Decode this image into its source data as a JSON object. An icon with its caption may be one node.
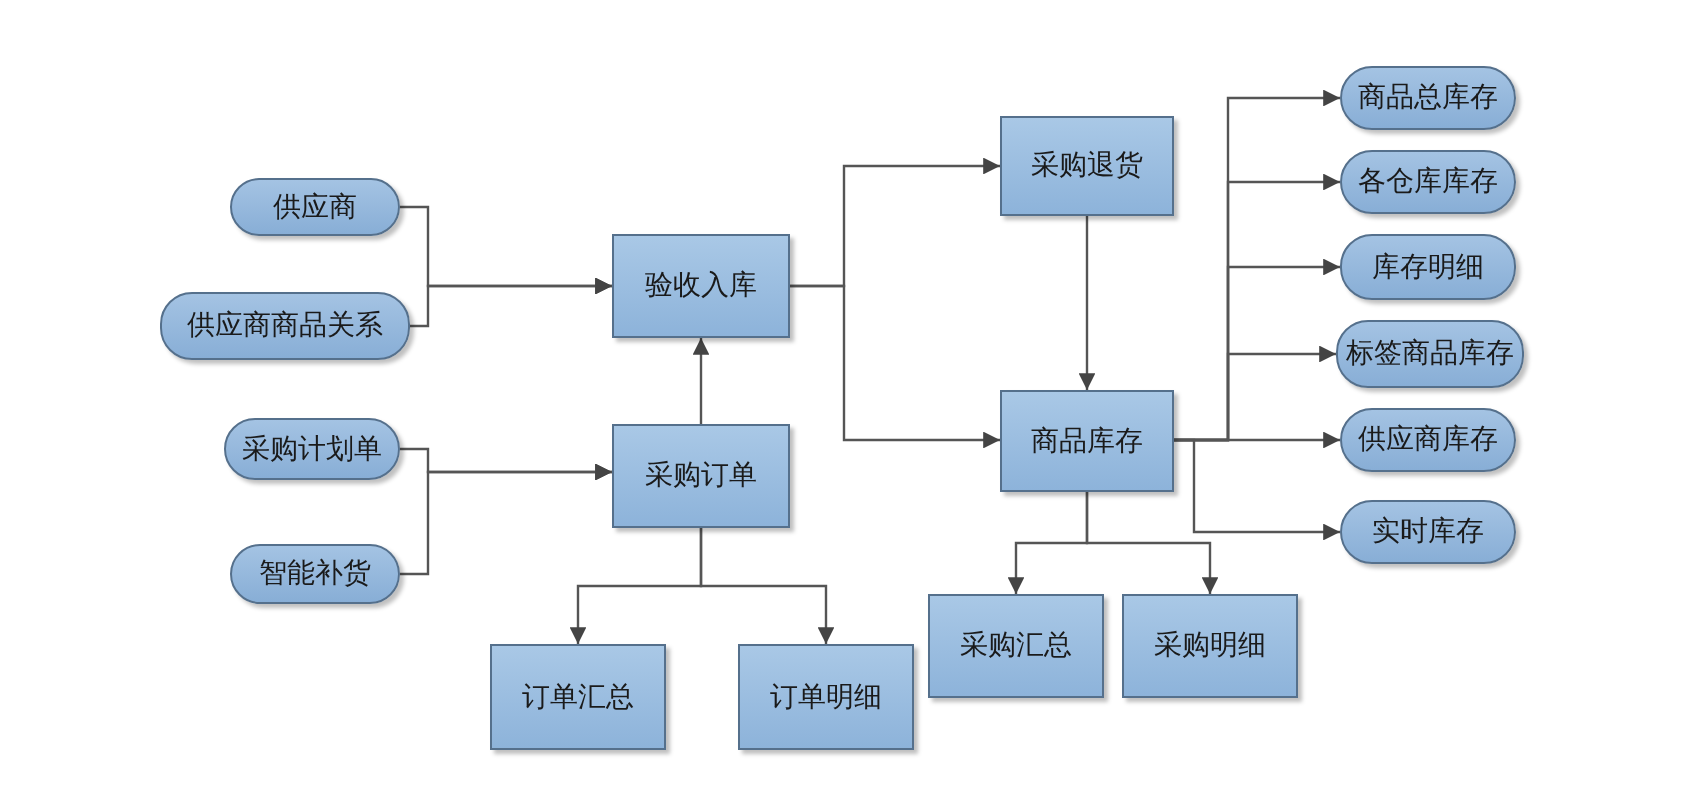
{
  "diagram": {
    "nodes": [
      {
        "text": [
          "供应商"
        ]
      },
      {
        "text": [
          "供应商商品关系"
        ]
      },
      {
        "text": [
          "采购计划单"
        ]
      },
      {
        "text": [
          "智能补货"
        ]
      },
      {
        "text": [
          "验收入库"
        ]
      },
      {
        "text": [
          "采购订单"
        ]
      },
      {
        "text": [
          "订单汇总"
        ]
      },
      {
        "text": [
          "订单明细"
        ]
      },
      {
        "text": [
          "采购退货"
        ]
      },
      {
        "text": [
          "商品库存"
        ]
      },
      {
        "text": [
          "采购汇总"
        ]
      },
      {
        "text": [
          "采购明细"
        ]
      },
      {
        "text": [
          "商品总库存"
        ]
      },
      {
        "text": [
          "各仓库库存"
        ]
      },
      {
        "text": [
          "库存明细"
        ]
      },
      {
        "text": [
          "标签商品库存"
        ]
      },
      {
        "text": [
          "供应商库存"
        ]
      },
      {
        "text": [
          "实时库存"
        ]
      }
    ],
    "edges": [
      {
        "from": 0,
        "to": 4,
        "arrow": "to"
      },
      {
        "from": 1,
        "to": 4,
        "arrow": "to"
      },
      {
        "from": 2,
        "to": 5,
        "arrow": "to"
      },
      {
        "from": 3,
        "to": 5,
        "arrow": "to"
      },
      {
        "from": 5,
        "to": 4,
        "arrow": "to"
      },
      {
        "from": 5,
        "to": 6,
        "arrow": "to"
      },
      {
        "from": 5,
        "to": 7,
        "arrow": "to"
      },
      {
        "from": 4,
        "to": 8,
        "arrow": "to"
      },
      {
        "from": 4,
        "to": 9,
        "arrow": "to"
      },
      {
        "from": 8,
        "to": 9,
        "arrow": "to"
      },
      {
        "from": 9,
        "to": 10,
        "arrow": "to"
      },
      {
        "from": 9,
        "to": 11,
        "arrow": "to"
      },
      {
        "from": 9,
        "to": 12,
        "arrow": "to"
      },
      {
        "from": 9,
        "to": 13,
        "arrow": "to"
      },
      {
        "from": 9,
        "to": 14,
        "arrow": "to"
      },
      {
        "from": 9,
        "to": 15,
        "arrow": "to"
      },
      {
        "from": 9,
        "to": 16,
        "arrow": "to"
      },
      {
        "from": 9,
        "to": 17,
        "arrow": "to"
      }
    ]
  }
}
